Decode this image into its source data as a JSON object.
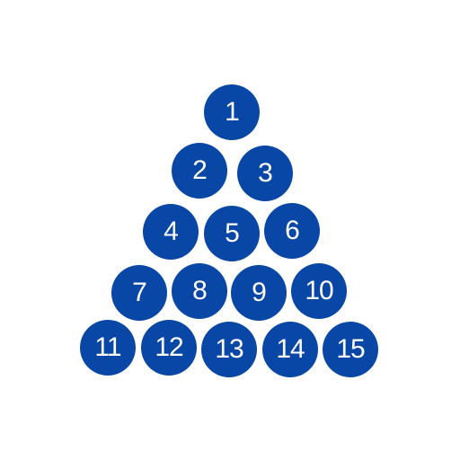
{
  "ball_color": "#0847a6",
  "label_color": "#ffffff",
  "rows": [
    [
      "1"
    ],
    [
      "2",
      "3"
    ],
    [
      "4",
      "5",
      "6"
    ],
    [
      "7",
      "8",
      "9",
      "10"
    ],
    [
      "11",
      "12",
      "13",
      "14",
      "15"
    ]
  ]
}
